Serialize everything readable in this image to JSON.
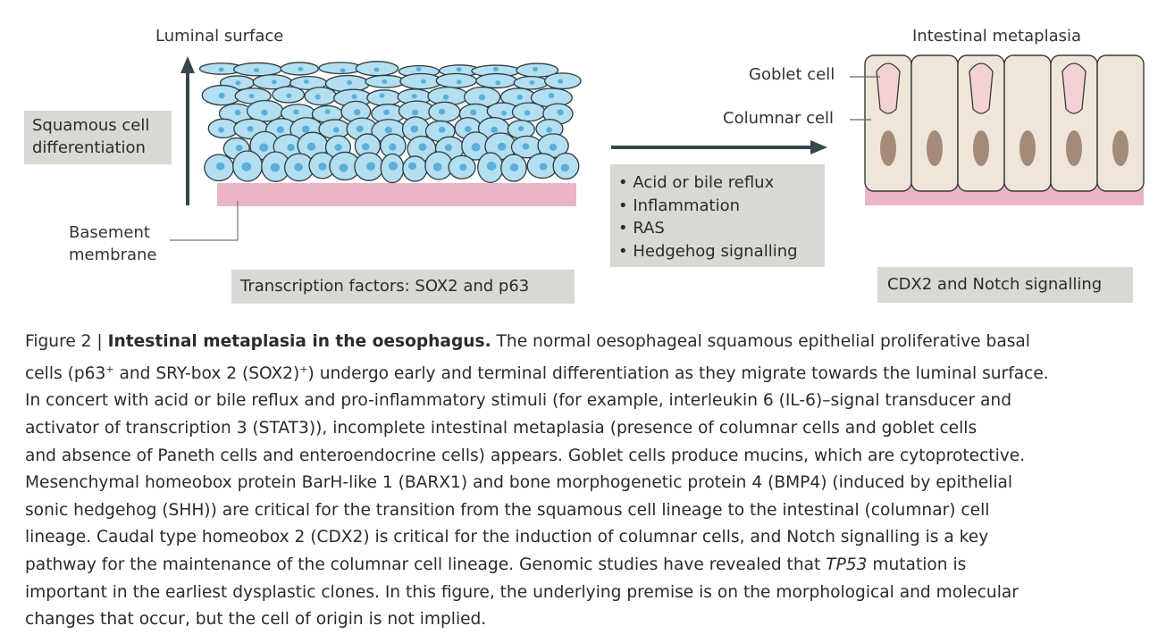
{
  "diagram": {
    "luminal_surface": "Luminal surface",
    "squamous_line1": "Squamous cell",
    "squamous_line2": "differentiation",
    "basement_line1": "Basement",
    "basement_line2": "membrane",
    "transcription_box": "Transcription factors: SOX2 and p63",
    "stimuli": [
      "Acid or bile reflux",
      "Inflammation",
      "RAS",
      "Hedgehog signalling"
    ],
    "intestinal_metaplasia": "Intestinal metaplasia",
    "goblet_cell": "Goblet cell",
    "columnar_cell": "Columnar cell",
    "cdx2_box": "CDX2 and Notch signalling",
    "colors": {
      "squamous_cell": "#b3dff0",
      "nucleus": "#5aafda",
      "basement": "#eab4c9",
      "column": "#efe5d8",
      "goblet": "#f2d2d2",
      "label_box": "#d9d9d3",
      "arrow": "#37474f"
    }
  },
  "caption": {
    "figure_label": "Figure 2 | ",
    "title": "Intestinal metaplasia in the oesophagus.",
    "l1": " The normal oesophageal squamous epithelial proliferative basal",
    "l2a": "cells (p63",
    "sup_plus1": "+",
    "l2b": " and SRY-box 2 (SOX2)",
    "sup_plus2": "+",
    "l2c": ") undergo early and terminal differentiation as they migrate towards the luminal surface.",
    "l3": "In concert with acid or bile reflux and pro-inflammatory stimuli (for example, interleukin 6 (IL-6)–signal transducer and",
    "l4": "activator of transcription 3 (STAT3)), incomplete intestinal metaplasia (presence of columnar cells and goblet cells",
    "l5": "and absence of Paneth cells and enteroendocrine cells) appears. Goblet cells produce mucins, which are cytoprotective.",
    "l6": "Mesenchymal homeobox protein BarH-like 1 (BARX1) and bone morphogenetic protein 4 (BMP4) (induced by epithelial",
    "l7": "sonic hedgehog (SHH)) are critical for the transition from the squamous cell lineage to the intestinal (columnar) cell",
    "l8": "lineage. Caudal type homeobox 2 (CDX2) is critical for the induction of columnar cells, and Notch signalling is a key",
    "l9a": "pathway for the maintenance of the columnar cell lineage. Genomic studies have revealed that ",
    "l9_gene": "TP53",
    "l9b": " mutation is",
    "l10": "important in the earliest dysplastic clones. In this figure, the underlying premise is on the morphological and molecular",
    "l11": "changes that occur, but the cell of origin is not implied."
  }
}
